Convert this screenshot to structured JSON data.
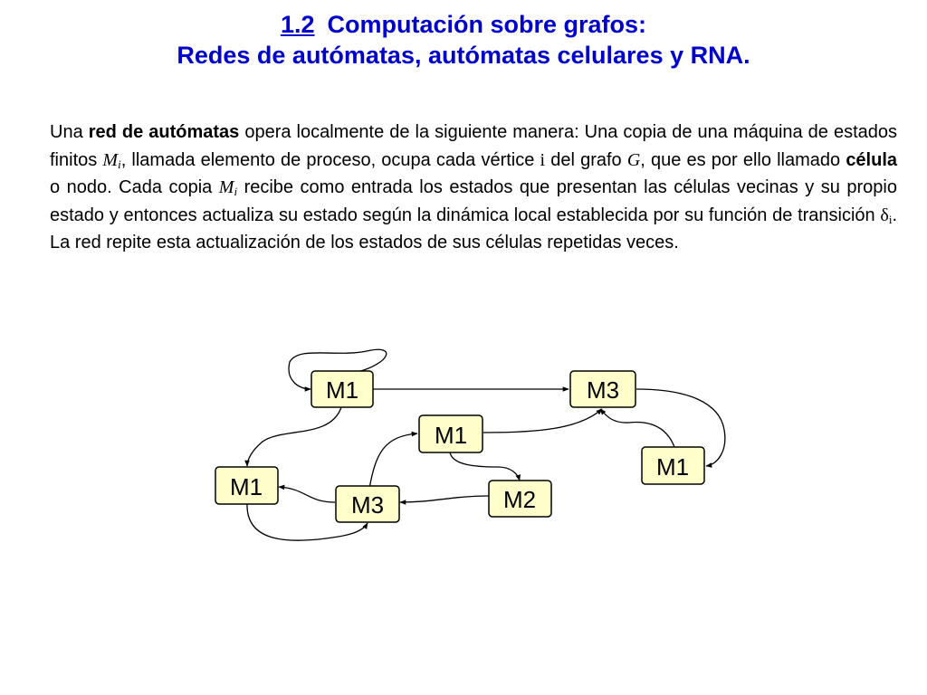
{
  "title": {
    "number": "1.2",
    "line1": "Computación sobre grafos:",
    "line2": "Redes de autómatas, autómatas celulares y RNA."
  },
  "paragraph": {
    "t1": "Una ",
    "b1": "red de autómatas",
    "t2": " opera localmente de la siguiente manera: Una copia de una máquina de estados finitos ",
    "m1": "M",
    "m1sub": "i",
    "t3": ", llamada elemento de proceso, ocupa cada vértice ",
    "iv": "i",
    "t4": " del grafo ",
    "g": "G",
    "t5": ", que es por ello llamado ",
    "b2": "célula",
    "t6": " o nodo. Cada copia  ",
    "m2": "M",
    "m2sub": "i",
    "t7": " recibe como entrada los estados que presentan las células vecinas y su propio estado y entonces actualiza su estado según la dinámica local establecida por su función de transición ",
    "delta": "δ",
    "deltasub": "i",
    "t8": ". La red repite esta actualización de los estados de sus células repetidas veces."
  },
  "diagram": {
    "nodes": [
      {
        "id": "n1",
        "label": "M1"
      },
      {
        "id": "n2",
        "label": "M3"
      },
      {
        "id": "n3",
        "label": "M1"
      },
      {
        "id": "n4",
        "label": "M1"
      },
      {
        "id": "n5",
        "label": "M1"
      },
      {
        "id": "n6",
        "label": "M2"
      },
      {
        "id": "n7",
        "label": "M3"
      }
    ]
  }
}
